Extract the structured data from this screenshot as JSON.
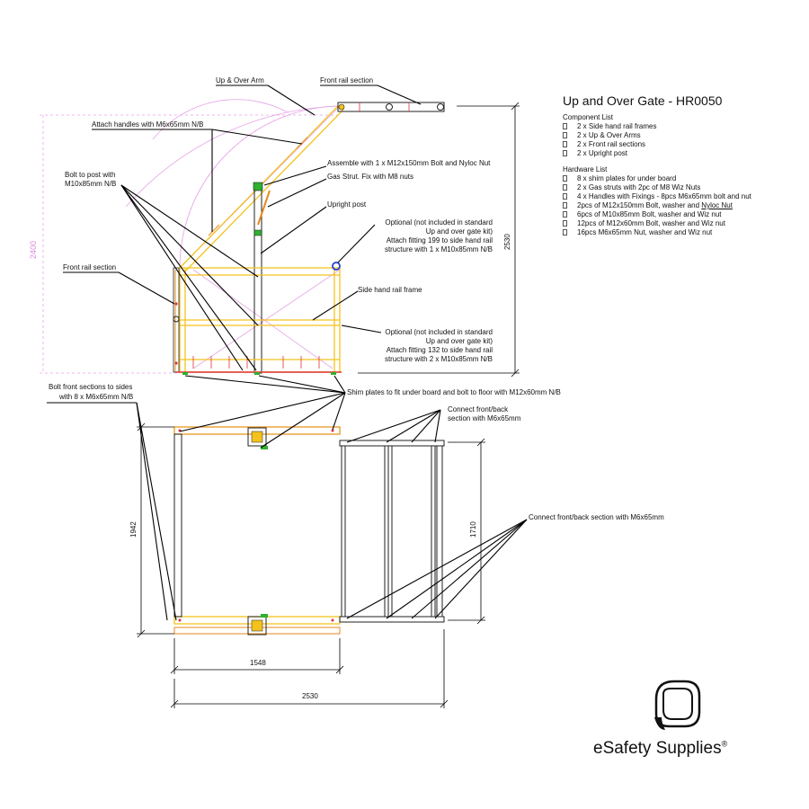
{
  "title": "Up and Over Gate - HR0050",
  "component_list": {
    "heading": "Component List",
    "items": [
      "2 x Side hand rail frames",
      "2 x Up & Over Arms",
      "2 x Front rail sections",
      "2 x Upright post"
    ]
  },
  "hardware_list": {
    "heading": "Hardware List",
    "items": [
      {
        "pre": "8 x shim plates for under board",
        "u": "",
        "post": ""
      },
      {
        "pre": "2 x Gas struts with 2pc of M8 Wiz Nuts",
        "u": "",
        "post": ""
      },
      {
        "pre": "4 x Handles with Fixings - 8pcs M6x65mm bolt and nut",
        "u": "",
        "post": ""
      },
      {
        "pre": "2pcs of M12x150mm Bolt, washer and ",
        "u": "Nyloc Nut",
        "post": ""
      },
      {
        "pre": "6pcs of M10x85mm Bolt, washer and Wiz nut",
        "u": "",
        "post": ""
      },
      {
        "pre": "12pcs of M12x60mm Bolt, washer and Wiz nut",
        "u": "",
        "post": ""
      },
      {
        "pre": "16pcs M6x65mm Nut, washer and Wiz nut",
        "u": "",
        "post": ""
      }
    ]
  },
  "callouts": {
    "up_over_arm": "Up & Over Arm",
    "front_rail_top": "Front rail section",
    "attach_handles": "Attach handles with M6x65mm N/B",
    "bolt_post_1": "Bolt to post with",
    "bolt_post_2": "M10x85mm N/B",
    "assemble": "Assemble with 1 x M12x150mm Bolt and Nyloc Nut",
    "gas_strut": "Gas Strut. Fix with M8 nuts",
    "upright_post": "Upright post",
    "opt1_1": "Optional (not included in standard",
    "opt1_2": "Up and over gate kit)",
    "opt1_3": "Attach fitting 199 to side hand rail",
    "opt1_4": "structure with 1 x M10x85mm N/B",
    "front_rail_left": "Front rail section",
    "side_rail_frame": "Side hand rail frame",
    "opt2_1": "Optional (not included in standard",
    "opt2_2": "Up and over gate kit)",
    "opt2_3": "Attach fitting 132 to side hand rail",
    "opt2_4": "structure with 2 x M10x85mm N/B",
    "bolt_front_1": "Bolt front sections to sides",
    "bolt_front_2": "with 8 x M6x65mm N/B",
    "shim": "Shim plates to fit under board and bolt to floor with M12x60mm N/B",
    "connect_1": "Connect front/back",
    "connect_2": "section with M6x65mm",
    "connect_long": "Connect front/back section with M6x65mm"
  },
  "dimensions": {
    "d2400": "2400",
    "d2530_v": "2530",
    "d1942": "1942",
    "d1710": "1710",
    "d1548": "1548",
    "d2530_h": "2530"
  },
  "brand": {
    "name": "eSafety Supplies",
    "mark": "®",
    "logo_icon": "esafety-logo-icon"
  },
  "colors": {
    "frame_yellow": "#f3c21e",
    "frame_orange": "#e48a1e",
    "guide_pink": "#e6a4e6",
    "accent_green": "#2fb02f",
    "accent_blue": "#1f3fd6",
    "line_black": "#000000"
  }
}
